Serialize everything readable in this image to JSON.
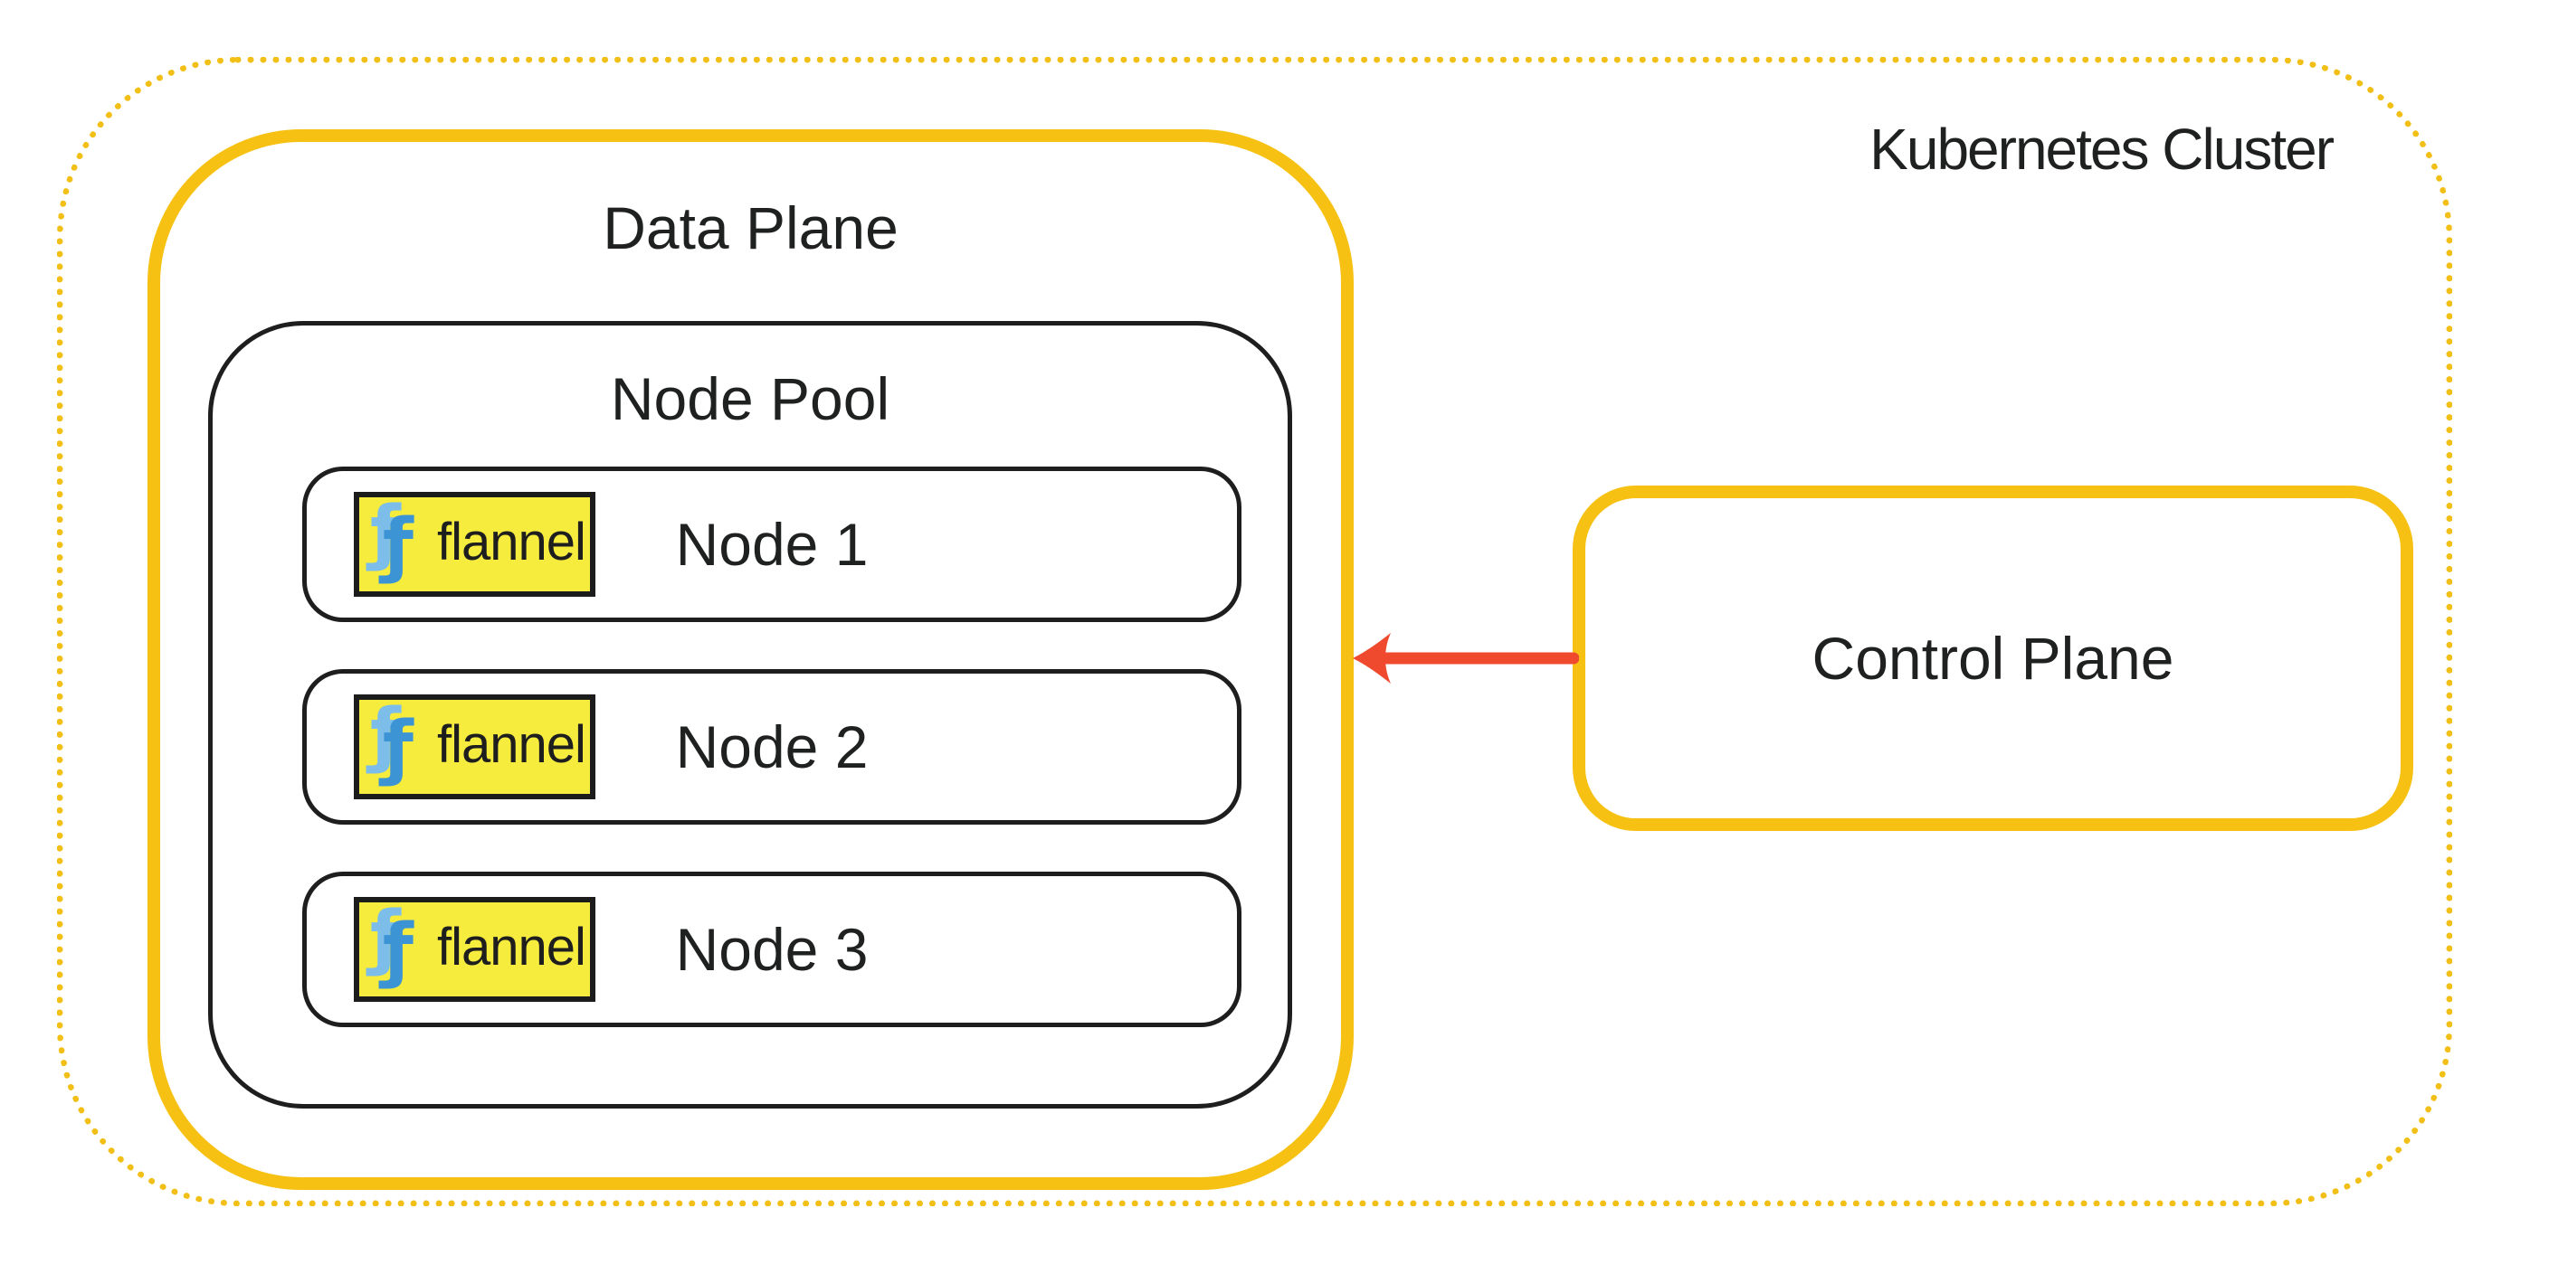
{
  "cluster": {
    "label": "Kubernetes Cluster"
  },
  "data_plane": {
    "label": "Data Plane"
  },
  "node_pool": {
    "label": "Node Pool"
  },
  "nodes": [
    {
      "label": "Node 1",
      "badge": "flannel"
    },
    {
      "label": "Node 2",
      "badge": "flannel"
    },
    {
      "label": "Node 3",
      "badge": "flannel"
    }
  ],
  "control_plane": {
    "label": "Control Plane"
  },
  "arrow": {
    "from": "Control Plane",
    "to": "Data Plane",
    "direction": "left",
    "color": "#EF4A2E"
  },
  "icons": {
    "flannel_glyph": "ƒ",
    "flannel_logo": "flannel-double-f"
  },
  "colors": {
    "accent_yellow": "#F6C113",
    "dotted_border_yellow": "#F2BF16",
    "badge_yellow": "#F5EC3E",
    "flannel_blue_light": "#7CBDE9",
    "flannel_blue_dark": "#3D94D4",
    "line_black": "#1E1E1E",
    "text": "#1F2121",
    "arrow_red": "#EF4A2E",
    "background": "#FFFFFF"
  }
}
